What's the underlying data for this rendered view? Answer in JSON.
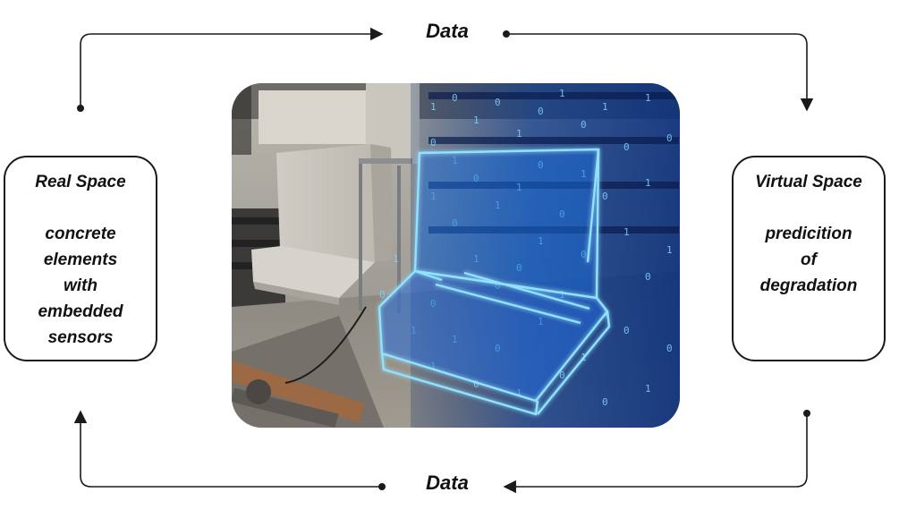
{
  "real_space": {
    "title": "Real Space",
    "description_lines": [
      "concrete",
      "elements",
      "with",
      "embedded",
      "sensors"
    ]
  },
  "virtual_space": {
    "title": "Virtual Space",
    "description_lines": [
      "predicition",
      "of",
      "degradation"
    ]
  },
  "flows": {
    "top_label": "Data",
    "bottom_label": "Data"
  },
  "colors": {
    "line": "#1a1a1a",
    "hologram": "#2aa8ff",
    "hologram_glow": "#8fe3ff"
  }
}
